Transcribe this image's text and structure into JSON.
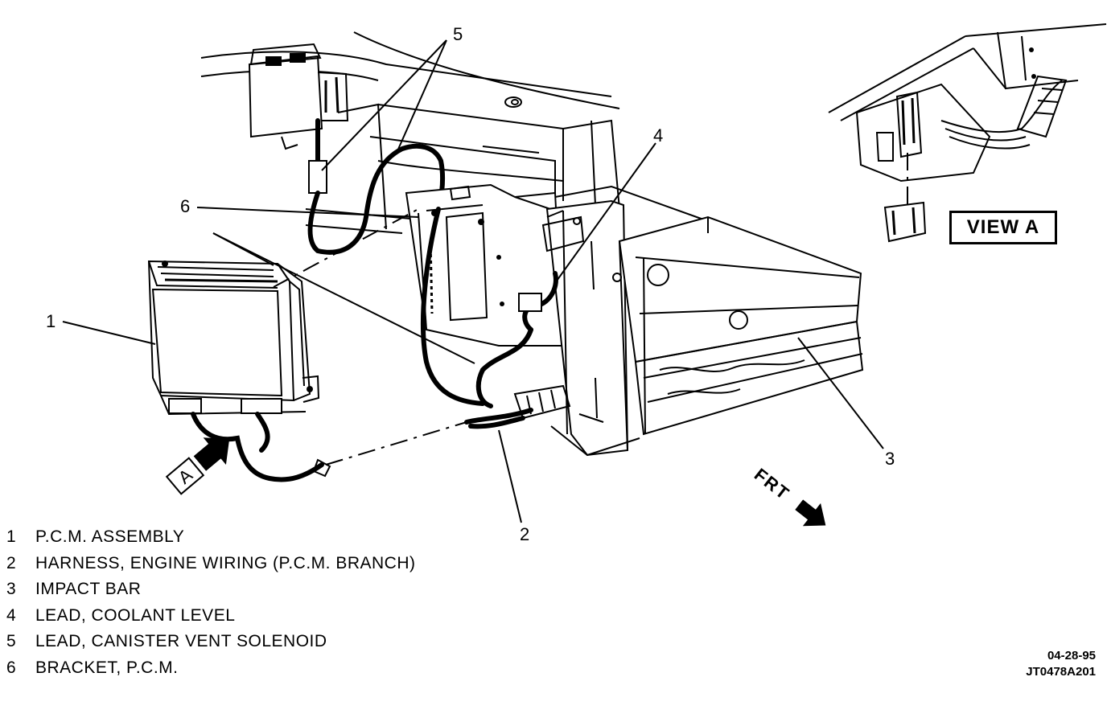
{
  "callouts": {
    "c1": "1",
    "c2": "2",
    "c3": "3",
    "c4": "4",
    "c5": "5",
    "c6": "6",
    "view_marker": "A",
    "front_arrow": "FRT"
  },
  "view_label": "VIEW A",
  "legend": [
    {
      "num": "1",
      "text": "P.C.M. ASSEMBLY"
    },
    {
      "num": "2",
      "text": "HARNESS, ENGINE WIRING (P.C.M. BRANCH)"
    },
    {
      "num": "3",
      "text": "IMPACT BAR"
    },
    {
      "num": "4",
      "text": "LEAD, COOLANT LEVEL"
    },
    {
      "num": "5",
      "text": "LEAD, CANISTER VENT SOLENOID"
    },
    {
      "num": "6",
      "text": "BRACKET, P.C.M."
    }
  ],
  "stamp": {
    "date": "04-28-95",
    "code": "JT0478A201"
  }
}
